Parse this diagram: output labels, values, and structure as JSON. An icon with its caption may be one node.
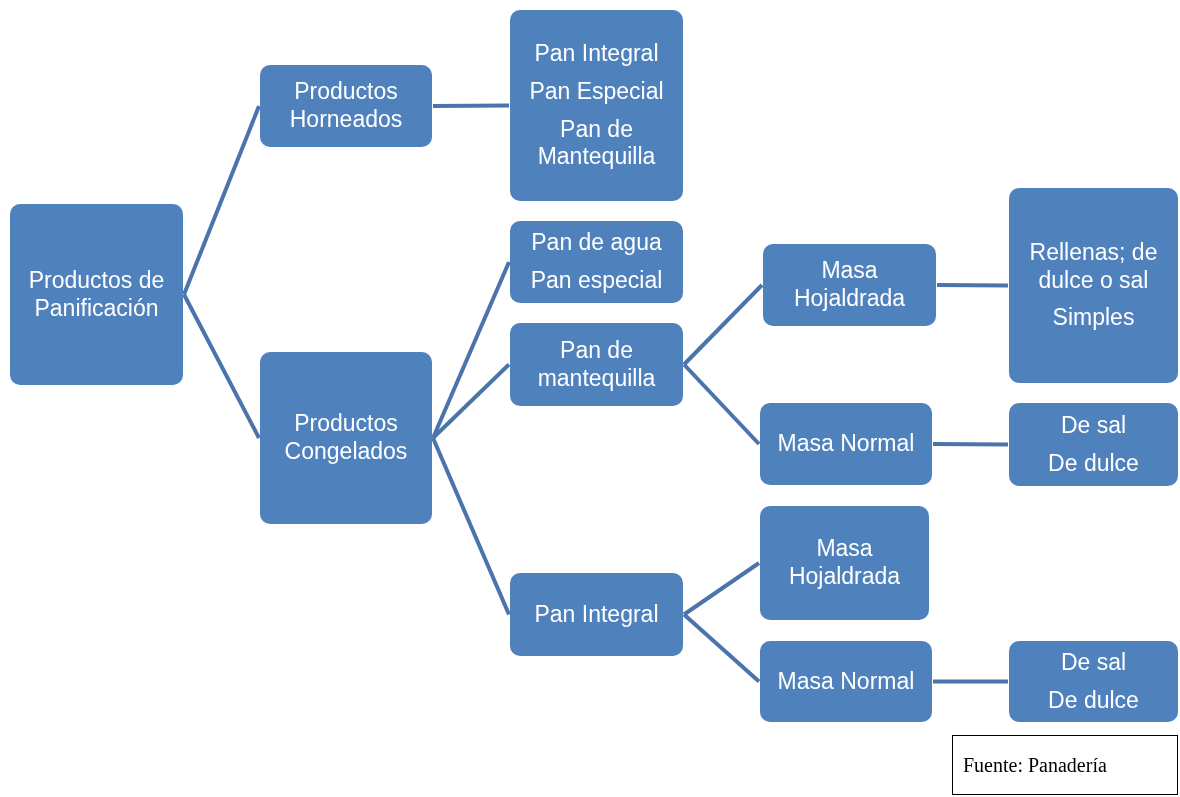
{
  "diagram": {
    "nodes": [
      {
        "text": [
          "Productos de Panificación"
        ]
      },
      {
        "text": [
          "Productos Horneados"
        ]
      },
      {
        "text": [
          "Pan Integral",
          "Pan Especial",
          "Pan de Mantequilla"
        ]
      },
      {
        "text": [
          "Pan de agua",
          "Pan especial"
        ]
      },
      {
        "text": [
          "Productos Congelados"
        ]
      },
      {
        "text": [
          "Pan de mantequilla"
        ]
      },
      {
        "text": [
          "Masa Hojaldrada"
        ]
      },
      {
        "text": [
          "Rellenas; de dulce o sal",
          "Simples"
        ]
      },
      {
        "text": [
          "Masa Normal"
        ]
      },
      {
        "text": [
          "De sal",
          "De dulce"
        ]
      },
      {
        "text": [
          "Pan Integral"
        ]
      },
      {
        "text": [
          "Masa Hojaldrada"
        ]
      },
      {
        "text": [
          "Masa Normal"
        ]
      },
      {
        "text": [
          "De sal",
          "De dulce"
        ]
      }
    ],
    "edges": [
      {
        "from": 0,
        "to": 1,
        "arrow": "none"
      },
      {
        "from": 0,
        "to": 4,
        "arrow": "none"
      },
      {
        "from": 1,
        "to": 2,
        "arrow": "none"
      },
      {
        "from": 4,
        "to": 3,
        "arrow": "none"
      },
      {
        "from": 4,
        "to": 5,
        "arrow": "none"
      },
      {
        "from": 4,
        "to": 10,
        "arrow": "none"
      },
      {
        "from": 5,
        "to": 6,
        "arrow": "none"
      },
      {
        "from": 5,
        "to": 8,
        "arrow": "none"
      },
      {
        "from": 6,
        "to": 7,
        "arrow": "none"
      },
      {
        "from": 8,
        "to": 9,
        "arrow": "none"
      },
      {
        "from": 10,
        "to": 11,
        "arrow": "none"
      },
      {
        "from": 10,
        "to": 12,
        "arrow": "none"
      },
      {
        "from": 12,
        "to": 13,
        "arrow": "none"
      }
    ],
    "labels": [
      "Fuente: Panadería"
    ]
  }
}
